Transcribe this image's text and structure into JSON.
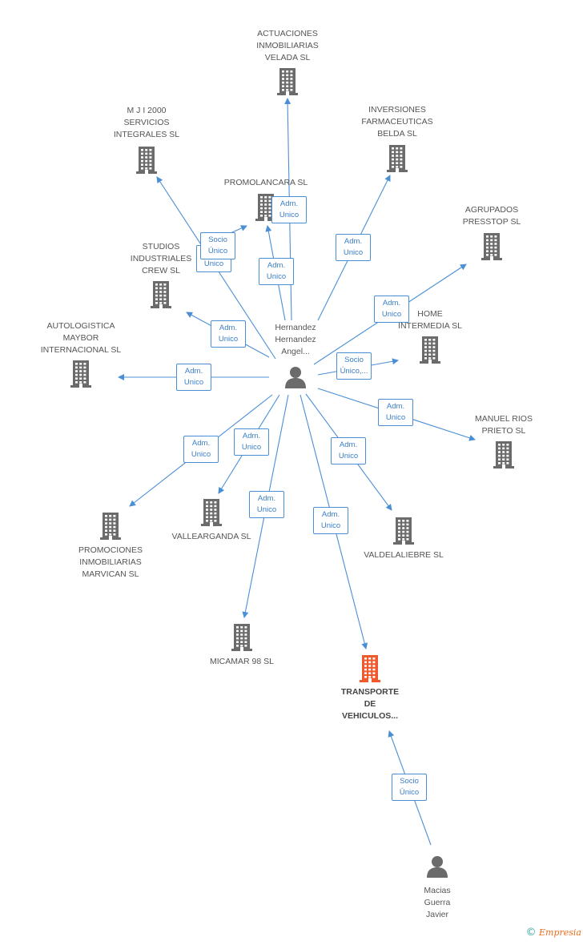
{
  "colors": {
    "edge": "#4a8fd6",
    "building": "#6b6b6b",
    "highlight": "#f0592b",
    "person": "#6b6b6b"
  },
  "nodes": [
    {
      "id": "actuaciones",
      "kind": "company",
      "label": "ACTUACIONES\nINMOBILIARIAS\nVELADA SL"
    },
    {
      "id": "mji2000",
      "kind": "company",
      "label": "M J I 2000\nSERVICIOS\nINTEGRALES SL"
    },
    {
      "id": "inversiones",
      "kind": "company",
      "label": "INVERSIONES\nFARMACEUTICAS\nBELDA SL"
    },
    {
      "id": "promolancara",
      "kind": "company",
      "label": "PROMOLANCARA SL"
    },
    {
      "id": "agrupados",
      "kind": "company",
      "label": "AGRUPADOS\nPRESSTOP SL"
    },
    {
      "id": "studios",
      "kind": "company",
      "label": "STUDIOS\nINDUSTRIALES\nCREW SL"
    },
    {
      "id": "home",
      "kind": "company",
      "label": "HOME\nINTERMEDIA SL"
    },
    {
      "id": "autologistica",
      "kind": "company",
      "label": "AUTOLOGISTICA\nMAYBOR\nINTERNACIONAL SL"
    },
    {
      "id": "hernandez",
      "kind": "person",
      "label": "Hernandez\nHernandez\nAngel..."
    },
    {
      "id": "manuel",
      "kind": "company",
      "label": "MANUEL RIOS\nPRIETO SL"
    },
    {
      "id": "promociones",
      "kind": "company",
      "label": "PROMOCIONES\nINMOBILIARIAS\nMARVICAN SL"
    },
    {
      "id": "vallearganda",
      "kind": "company",
      "label": "VALLEARGANDA SL"
    },
    {
      "id": "valdelaliebre",
      "kind": "company",
      "label": "VALDELALIEBRE SL"
    },
    {
      "id": "micamar",
      "kind": "company",
      "label": "MICAMAR 98 SL"
    },
    {
      "id": "transporte",
      "kind": "company",
      "highlight": true,
      "label": "TRANSPORTE\nDE\nVEHICULOS..."
    },
    {
      "id": "macias",
      "kind": "person",
      "label": "Macias\nGuerra\nJavier"
    }
  ],
  "edges": [
    {
      "from": "hernandez",
      "to": "actuaciones",
      "label": "Adm.\nUnico"
    },
    {
      "from": "hernandez",
      "to": "mji2000",
      "label": "Adm.\nUnico"
    },
    {
      "from": "hernandez",
      "to": "promolancara",
      "label": "Socio\nÚnico"
    },
    {
      "from": "hernandez",
      "to": "promolancara",
      "label": "Adm.\nUnico"
    },
    {
      "from": "hernandez",
      "to": "inversiones",
      "label": "Adm.\nUnico"
    },
    {
      "from": "hernandez",
      "to": "agrupados",
      "label": "Adm.\nUnico"
    },
    {
      "from": "hernandez",
      "to": "studios",
      "label": "Adm.\nUnico"
    },
    {
      "from": "hernandez",
      "to": "home",
      "label": "Socio\nÚnico,..."
    },
    {
      "from": "hernandez",
      "to": "autologistica",
      "label": "Adm.\nUnico"
    },
    {
      "from": "hernandez",
      "to": "manuel",
      "label": "Adm.\nUnico"
    },
    {
      "from": "hernandez",
      "to": "promociones",
      "label": "Adm.\nUnico"
    },
    {
      "from": "hernandez",
      "to": "vallearganda",
      "label": "Adm.\nUnico"
    },
    {
      "from": "hernandez",
      "to": "valdelaliebre",
      "label": "Adm.\nUnico"
    },
    {
      "from": "hernandez",
      "to": "micamar",
      "label": "Adm.\nUnico"
    },
    {
      "from": "hernandez",
      "to": "transporte",
      "label": "Adm.\nUnico"
    },
    {
      "from": "macias",
      "to": "transporte",
      "label": "Socio\nÚnico"
    }
  ],
  "branding": {
    "symbol": "©",
    "name": "Empresia"
  }
}
